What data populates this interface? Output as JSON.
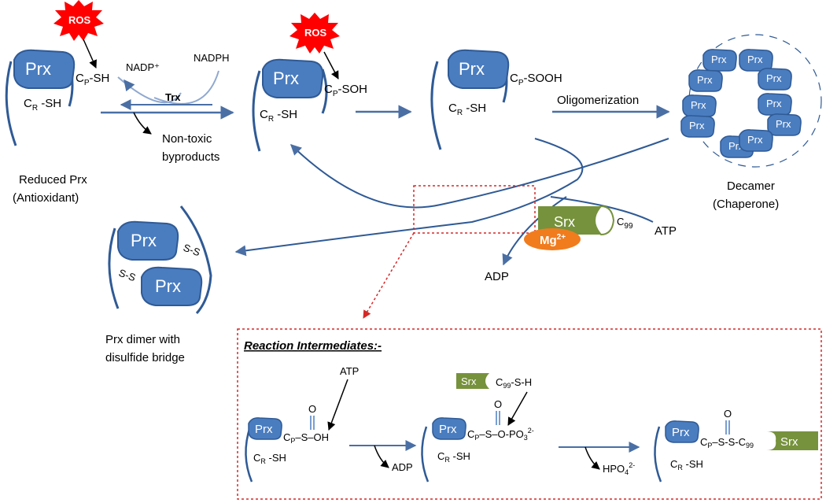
{
  "protein": {
    "prx": "Prx",
    "srx": "Srx",
    "mg": "Mg",
    "mg_sup": "2+",
    "ros": "ROS"
  },
  "top_row": {
    "reduced_site": "C",
    "reduced_site_sub": "P",
    "reduced_site_suffix": "-SH",
    "cr_prefix": "C",
    "cr_sub": "R",
    "cr_suffix": " -SH",
    "sulfenic_suffix": "-SOH",
    "sulfinic_suffix": "-SOOH",
    "nadp": "NADP⁺",
    "nadph": "NADPH",
    "trx": "Trx",
    "nontoxic_line1": "Non-toxic",
    "nontoxic_line2": "byproducts",
    "oligomerization": "Oligomerization",
    "reduced_label_line1": "Reduced Prx",
    "reduced_label_line2": "(Antioxidant)",
    "decamer_line1": "Decamer",
    "decamer_line2": "(Chaperone)"
  },
  "middle": {
    "srx_site": "C",
    "srx_site_sub": "99",
    "atp": "ATP",
    "adp": "ADP",
    "ss": "S-S",
    "dimer_line1": "Prx dimer with",
    "dimer_line2": "disulfide bridge"
  },
  "intermediates": {
    "title": "Reaction Intermediates:-",
    "o": "O",
    "i1_chain": "–S–OH",
    "atp": "ATP",
    "adp": "ADP",
    "srx_site": "C",
    "srx_site_sub": "99",
    "srx_site_suffix": "-S-H",
    "i2_chain": "–S–O-PO",
    "i2_sub": "3",
    "i2_sup": "2-",
    "hpo": "HPO",
    "hpo_sub": "4",
    "hpo_sup": "2-",
    "i3_chain": "–S-S-C",
    "i3_sub": "99"
  },
  "colors": {
    "prx_fill": "#4a7dc0",
    "prx_stroke": "#2f5a95",
    "arrow": "#4a6fa5",
    "ros": "#ff0000",
    "srx": "#76923c",
    "mg": "#f07c1e",
    "dashed_box": "#d62828"
  }
}
